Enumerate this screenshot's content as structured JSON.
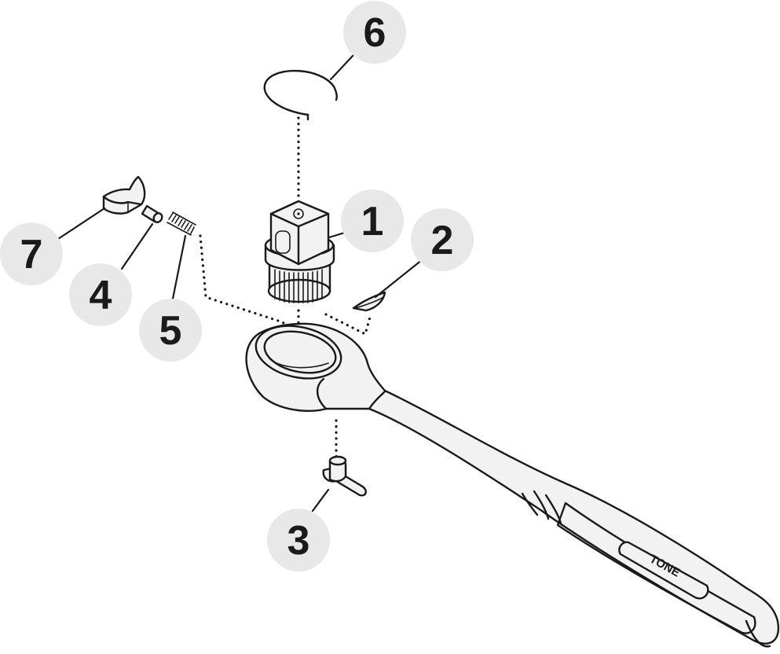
{
  "diagram": {
    "callouts": [
      {
        "id": "1",
        "label": "1"
      },
      {
        "id": "2",
        "label": "2"
      },
      {
        "id": "3",
        "label": "3"
      },
      {
        "id": "4",
        "label": "4"
      },
      {
        "id": "5",
        "label": "5"
      },
      {
        "id": "6",
        "label": "6"
      },
      {
        "id": "7",
        "label": "7"
      }
    ],
    "brand_text": "TONE"
  }
}
